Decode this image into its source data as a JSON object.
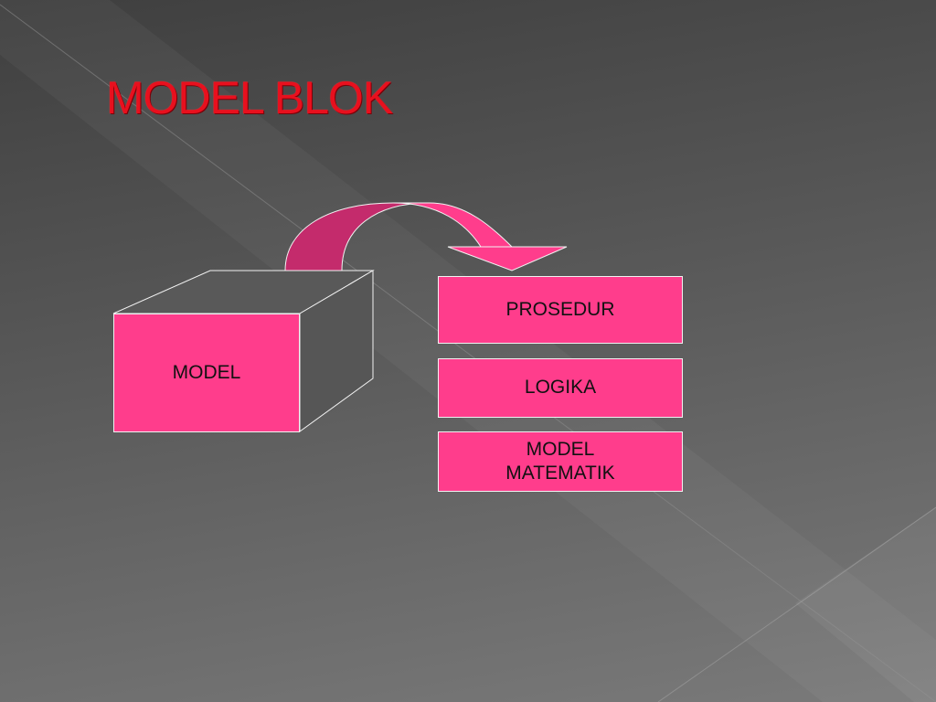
{
  "slide": {
    "title": "MODEL BLOK"
  },
  "diagram": {
    "source_block": "MODEL",
    "target_blocks": [
      {
        "label": "PROSEDUR"
      },
      {
        "label": "LOGIKA"
      },
      {
        "label_lines": [
          "MODEL",
          "MATEMATIK"
        ]
      }
    ],
    "arrow": "curved-arrow"
  },
  "colors": {
    "title": "#e8101e",
    "block_fill": "#ff3d8c",
    "arrow_dark": "#c42b6c",
    "arrow_light": "#ff3d8c",
    "block_border": "#f2f2f2"
  }
}
